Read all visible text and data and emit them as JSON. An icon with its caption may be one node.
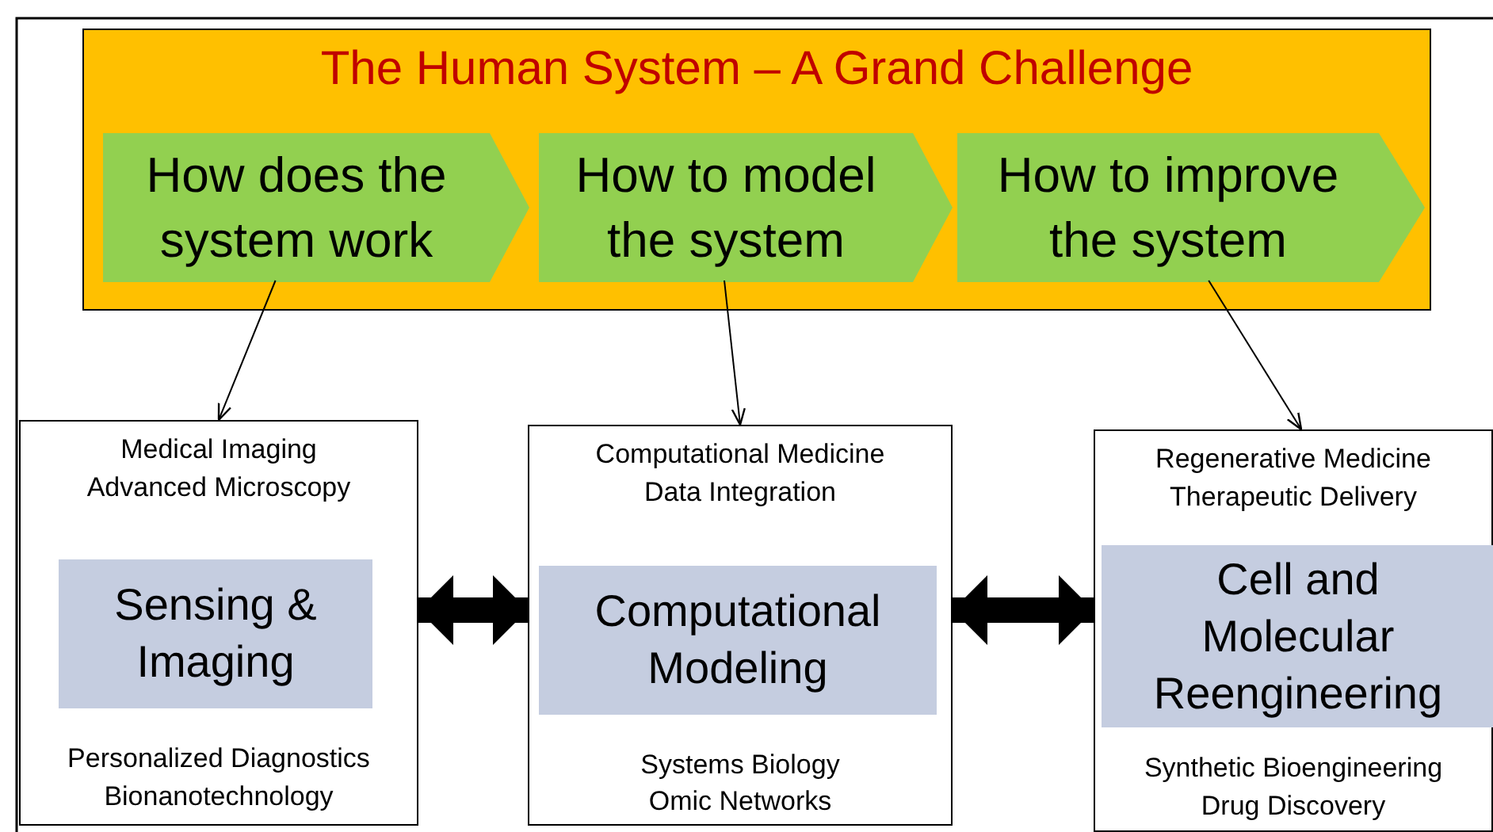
{
  "diagram": {
    "nodes": [
      {
        "text": [
          "The Human System – A Grand Challenge"
        ]
      },
      {
        "text": [
          "How does the system work"
        ],
        "in": 0
      },
      {
        "text": [
          "How to model the system"
        ],
        "in": 0
      },
      {
        "text": [
          "How to improve the system"
        ],
        "in": 0
      },
      {
        "text": [
          "Medical Imaging",
          "Advanced Microscopy",
          "Personalized Diagnostics",
          "Bionanotechnology"
        ]
      },
      {
        "text": [
          "Sensing & Imaging"
        ],
        "in": 4
      },
      {
        "text": [
          "Computational Medicine",
          "Data Integration",
          "Systems Biology",
          "Omic Networks"
        ]
      },
      {
        "text": [
          "Computational Modeling"
        ],
        "in": 6
      },
      {
        "text": [
          "Regenerative Medicine",
          "Therapeutic Delivery",
          "Synthetic Bioengineering",
          "Drug Discovery"
        ]
      },
      {
        "text": [
          "Cell and Molecular Reengineering"
        ],
        "in": 8
      }
    ],
    "edges": [
      {
        "from": 1,
        "to": 4,
        "arrow": "to"
      },
      {
        "from": 2,
        "to": 6,
        "arrow": "to"
      },
      {
        "from": 3,
        "to": 8,
        "arrow": "to"
      },
      {
        "from": 4,
        "to": 6,
        "arrow": "both",
        "style": "thick"
      },
      {
        "from": 6,
        "to": 8,
        "arrow": "both",
        "style": "thick"
      }
    ]
  }
}
